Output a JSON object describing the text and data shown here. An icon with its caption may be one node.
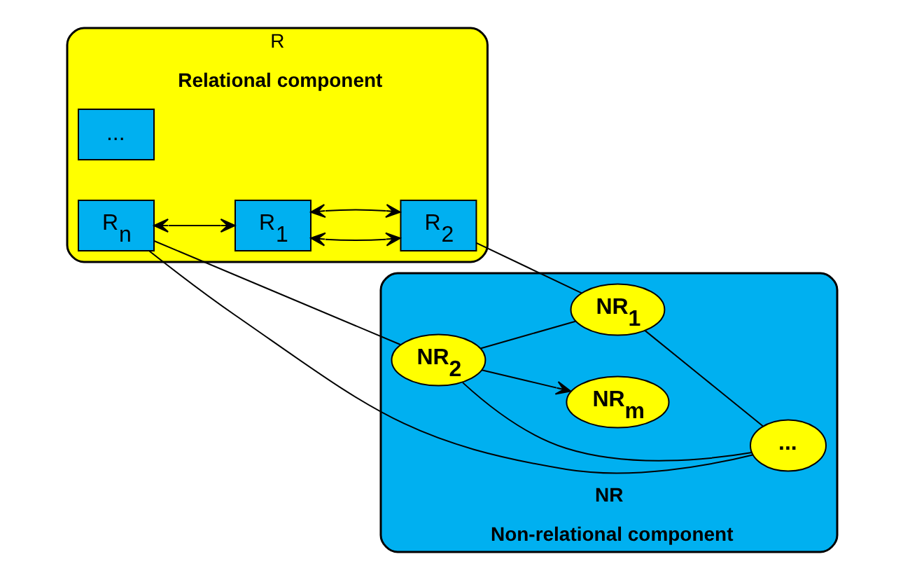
{
  "diagram": {
    "nodes": [
      {
        "text": [
          "R"
        ],
        "beside": [
          "Relational component"
        ]
      },
      {
        "text": [
          "R$_{1}$"
        ],
        "in": 0
      },
      {
        "text": [
          "R$_{2}$"
        ],
        "in": 0
      },
      {
        "text": [
          "..."
        ],
        "in": 0
      },
      {
        "text": [
          "R$_{n}$"
        ],
        "in": 0
      },
      {
        "text": [
          "NR"
        ],
        "beside": [
          "Non-relational component"
        ]
      },
      {
        "text": [
          "NR$_{1}$"
        ],
        "in": 5
      },
      {
        "text": [
          "NR$_{2}$"
        ],
        "in": 5
      },
      {
        "text": [
          "..."
        ],
        "in": 5
      },
      {
        "text": [
          "NR$_{m}$"
        ],
        "in": 5
      }
    ],
    "edges": [
      {
        "from": 1,
        "to": 2,
        "arrow": "both"
      },
      {
        "from": 1,
        "to": 2,
        "arrow": "both"
      },
      {
        "from": 4,
        "to": 1,
        "arrow": "both"
      },
      {
        "from": 2,
        "to": 6,
        "arrow": "none"
      },
      {
        "from": 4,
        "to": 7,
        "arrow": "none"
      },
      {
        "from": 4,
        "to": 8,
        "arrow": "none"
      },
      {
        "from": 7,
        "to": 6,
        "arrow": "none"
      },
      {
        "from": 6,
        "to": 8,
        "arrow": "none"
      },
      {
        "from": 7,
        "to": 8,
        "arrow": "none"
      },
      {
        "from": 7,
        "to": 9,
        "arrow": "to"
      }
    ]
  }
}
